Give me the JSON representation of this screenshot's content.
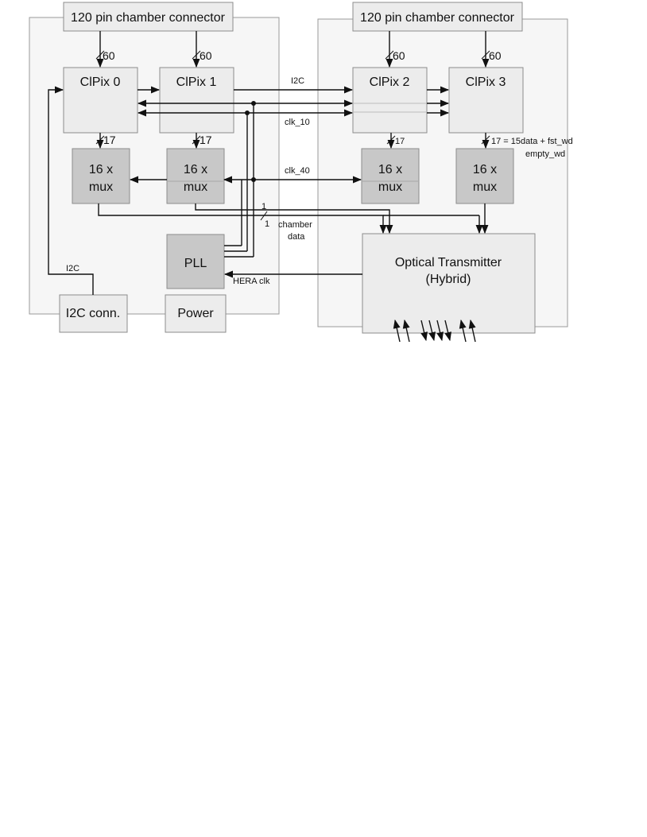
{
  "boxes": {
    "connector_left": "120 pin chamber connector",
    "connector_right": "120 pin chamber connector",
    "clpix0": "ClPix 0",
    "clpix1": "ClPix 1",
    "clpix2": "ClPix 2",
    "clpix3": "ClPix 3",
    "mux_l1": [
      "16 x",
      "mux"
    ],
    "mux_l2": [
      "16 x",
      "mux"
    ],
    "mux_r1": [
      "16 x",
      "mux"
    ],
    "mux_r2": [
      "16 x",
      "mux"
    ],
    "pll": "PLL",
    "i2c_conn": "I2C conn.",
    "power": "Power",
    "optical": [
      "Optical Transmitter",
      "(Hybrid)"
    ]
  },
  "labels": {
    "bus_60_a": "60",
    "bus_60_b": "60",
    "bus_60_c": "60",
    "bus_60_d": "60",
    "bus_17_a": "17",
    "bus_17_b": "17",
    "bus_17_c": "17",
    "bus_17_d": "17 = 15data + fst_wd",
    "bus_17_d2": "empty_wd",
    "i2c_top": "I2C",
    "clk_10": "clk_10",
    "clk_40": "clk_40",
    "one_a": "1",
    "one_b": "1",
    "chamber_data": [
      "chamber",
      "data"
    ],
    "i2c_left": "I2C",
    "hera_clk": "HERA clk"
  }
}
